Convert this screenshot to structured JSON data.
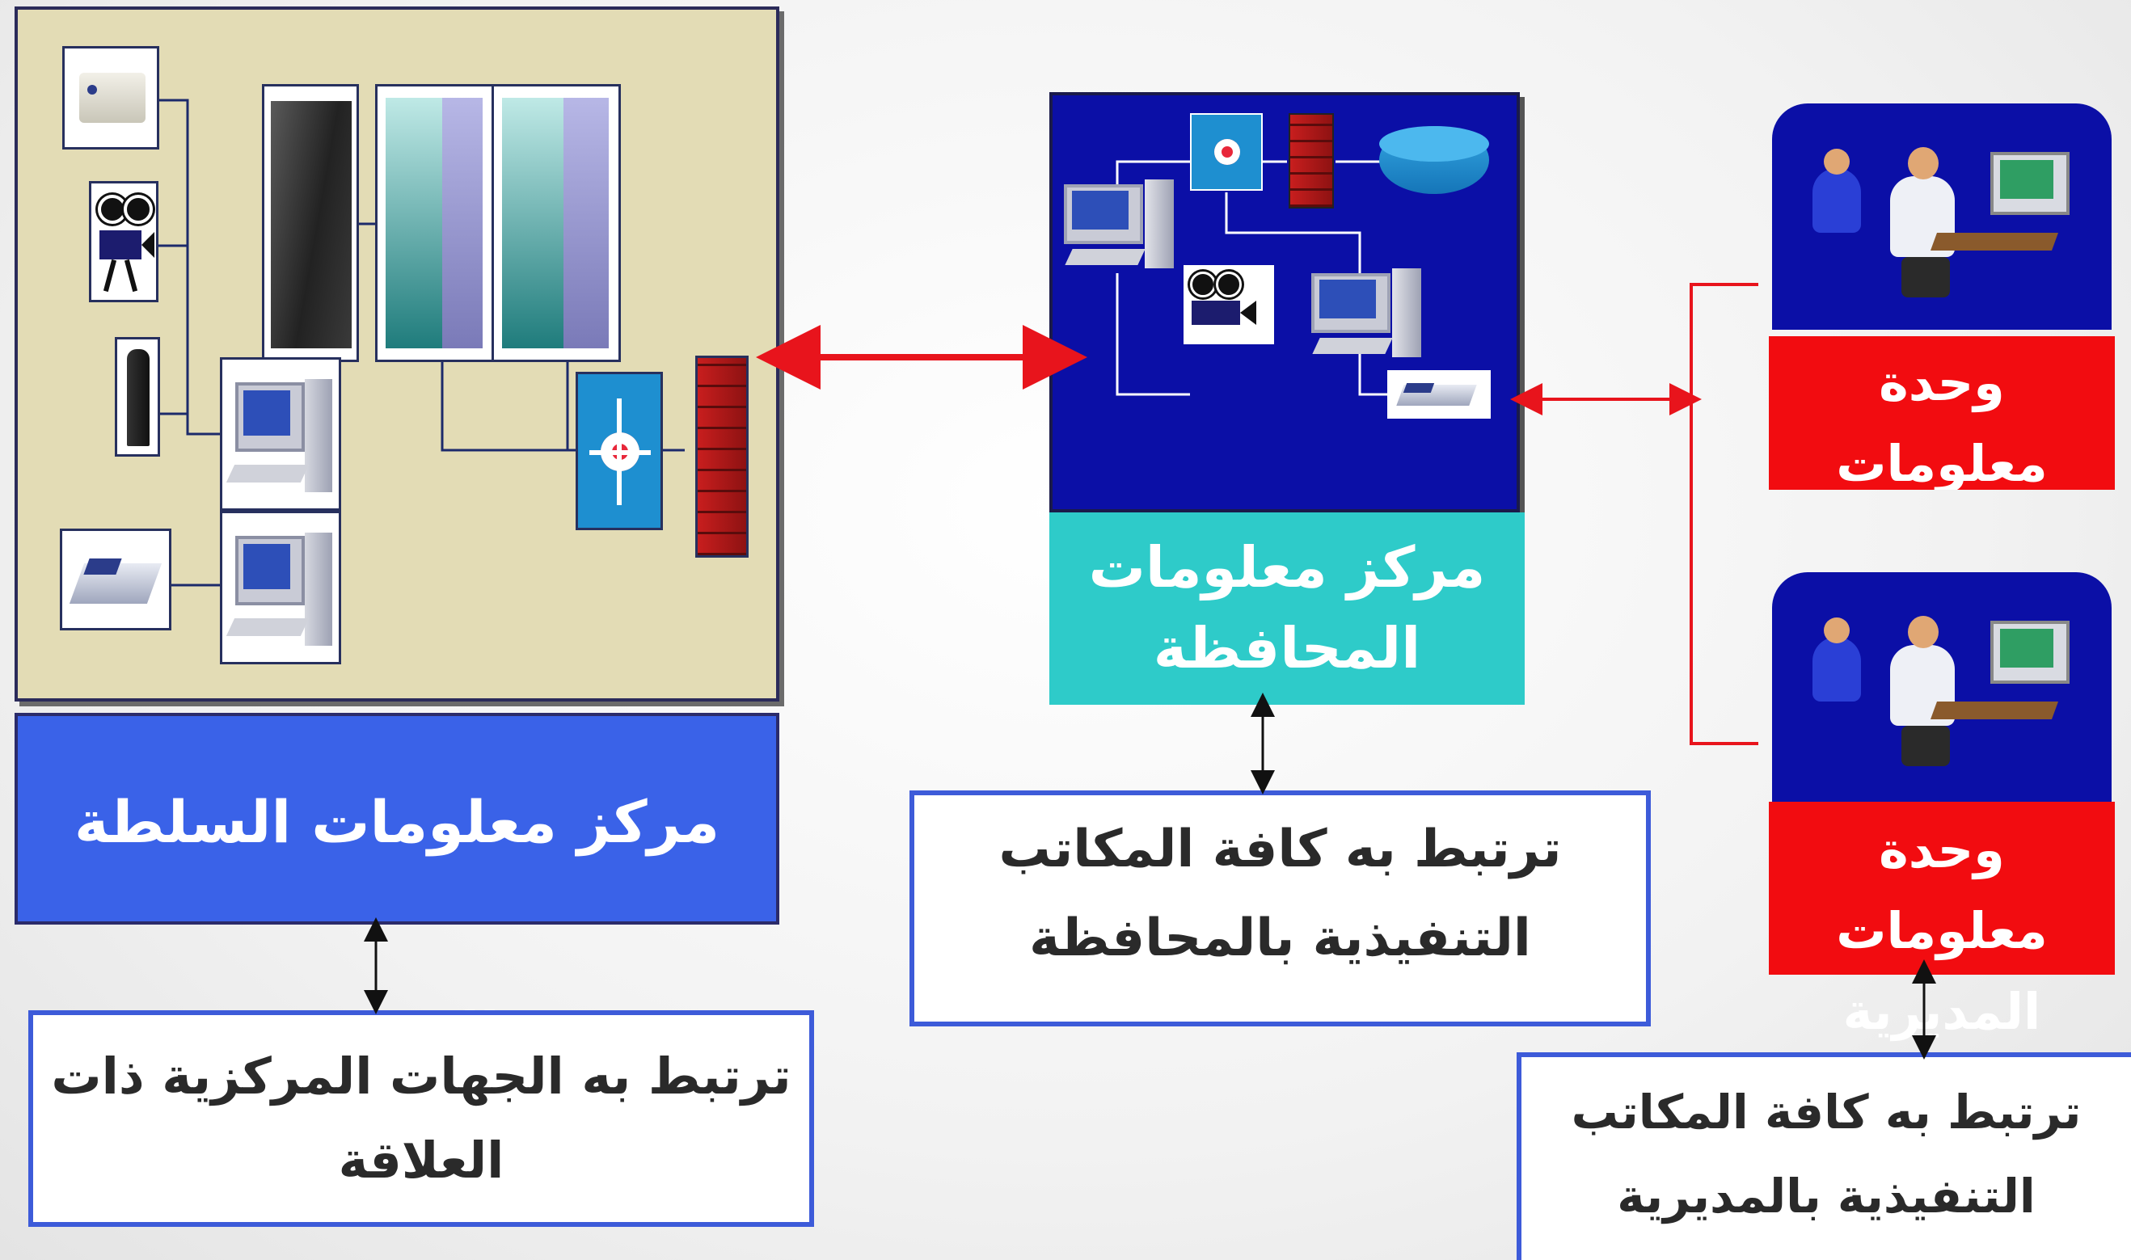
{
  "local_authority_center": {
    "title": "مركز معلومات السلطة المحلية",
    "note": "ترتبط به الجهات المركزية ذات العلاقة",
    "panel_color": "#e3dcb5",
    "title_color": "#3a62e8"
  },
  "governorate_center": {
    "title": "مركز معلومات المحافظة",
    "note": "ترتبط به كافة المكاتب التنفيذية بالمحافظة",
    "panel_color": "#0b0fa6",
    "title_color": "#2ecbc9"
  },
  "directorate_units": [
    {
      "title": "وحدة معلومات المديرية"
    },
    {
      "title": "وحدة معلومات المديرية"
    }
  ],
  "directorate_note": "ترتبط به كافة المكاتب التنفيذية بالمديرية",
  "colors": {
    "unit_bg": "#0b0fa6",
    "unit_label": "#f20c10",
    "connector_red": "#e8141c",
    "note_border": "#3d5bd9"
  },
  "icons": [
    "printer-icon",
    "camera-icon",
    "modem-icon",
    "scanner-icon",
    "server-tower-icon",
    "server-rack-icon",
    "workstation-icon",
    "switch-icon",
    "firewall-icon",
    "router-icon",
    "operators-icon"
  ]
}
